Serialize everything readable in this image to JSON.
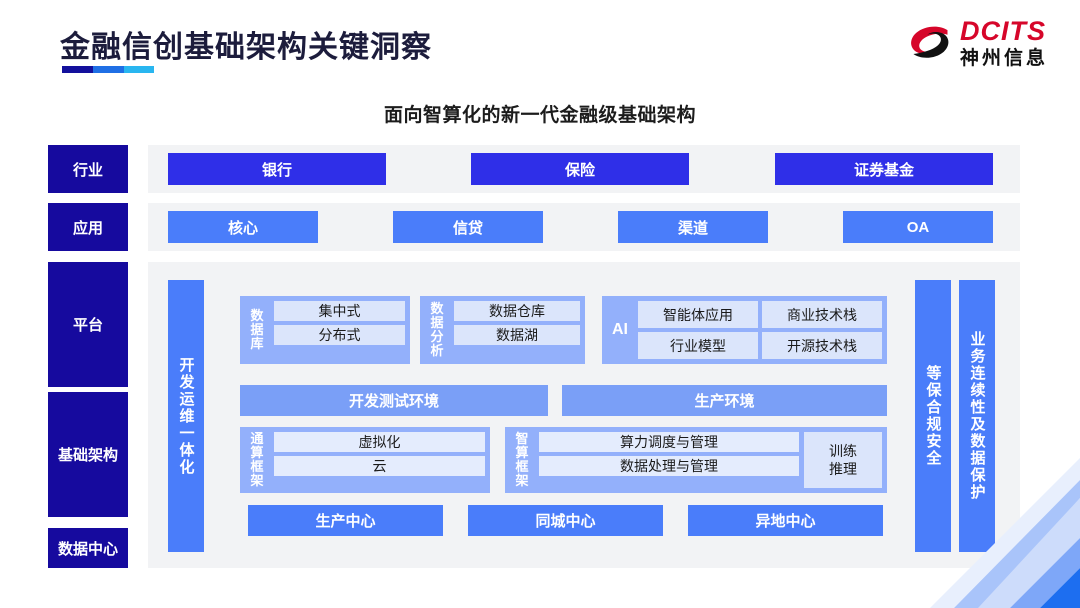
{
  "header": {
    "title": "金融信创基础架构关键洞察",
    "logo": {
      "en": "DCITS",
      "cn": "神州信息",
      "mark": "swirl-logo-icon"
    },
    "accent_colors": [
      "#13109c",
      "#1f6fe5",
      "#29b6f0"
    ]
  },
  "subtitle": "面向智算化的新一代金融级基础架构",
  "row_labels": {
    "industry": "行业",
    "application": "应用",
    "platform": "平台",
    "infrastructure": "基础架构",
    "datacenter": "数据中心"
  },
  "industry": {
    "items": [
      "银行",
      "保险",
      "证券基金"
    ],
    "color": "#2f2fe8"
  },
  "application": {
    "items": [
      "核心",
      "信贷",
      "渠道",
      "OA"
    ],
    "color": "#4a7dfa"
  },
  "platform": {
    "devops_bar": "开发运维一体化",
    "groups": [
      {
        "label": "数据库",
        "cells": [
          "集中式",
          "分布式"
        ]
      },
      {
        "label": "数据分析",
        "cells": [
          "数据仓库",
          "数据湖"
        ]
      },
      {
        "label": "AI",
        "cells": [
          "智能体应用",
          "商业技术栈",
          "行业模型",
          "开源技术栈"
        ]
      }
    ],
    "environments": [
      "开发测试环境",
      "生产环境"
    ],
    "compute_groups": [
      {
        "label": "通算框架",
        "cells": [
          "虚拟化",
          "云"
        ],
        "side": null
      },
      {
        "label": "智算框架",
        "cells": [
          "算力调度与管理",
          "数据处理与管理"
        ],
        "side": "训练\n推理"
      }
    ],
    "side_box_lines": [
      "训练",
      "推理"
    ],
    "datacenters": [
      "生产中心",
      "同城中心",
      "异地中心"
    ],
    "right_bars": [
      "等保合规安全",
      "业务连续性及数据保护"
    ]
  }
}
